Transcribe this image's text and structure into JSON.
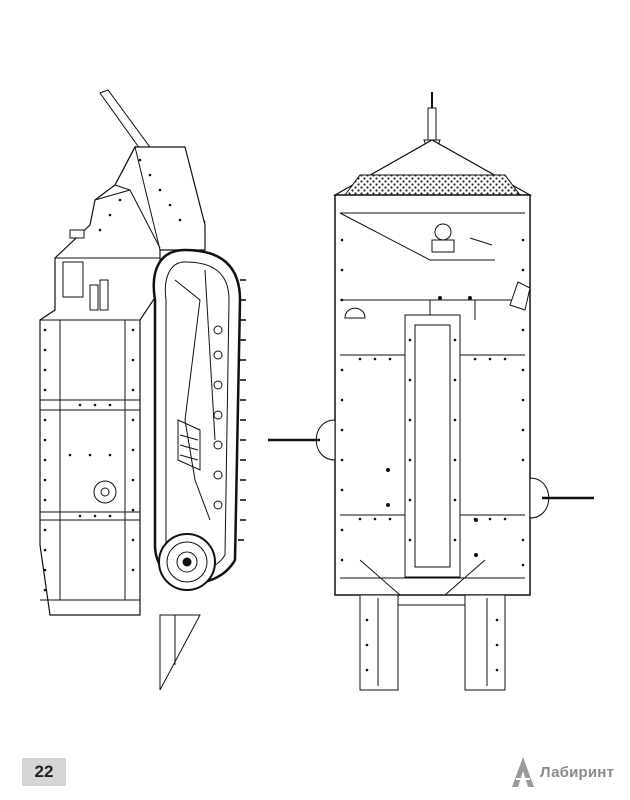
{
  "page": {
    "number": "22"
  },
  "watermark": {
    "text": "Лабиринт",
    "icon": "a-logo-icon"
  },
  "figures": [
    {
      "name": "side-elevation",
      "icon": "tank-side-view"
    },
    {
      "name": "top-plan",
      "icon": "tank-top-view"
    }
  ]
}
